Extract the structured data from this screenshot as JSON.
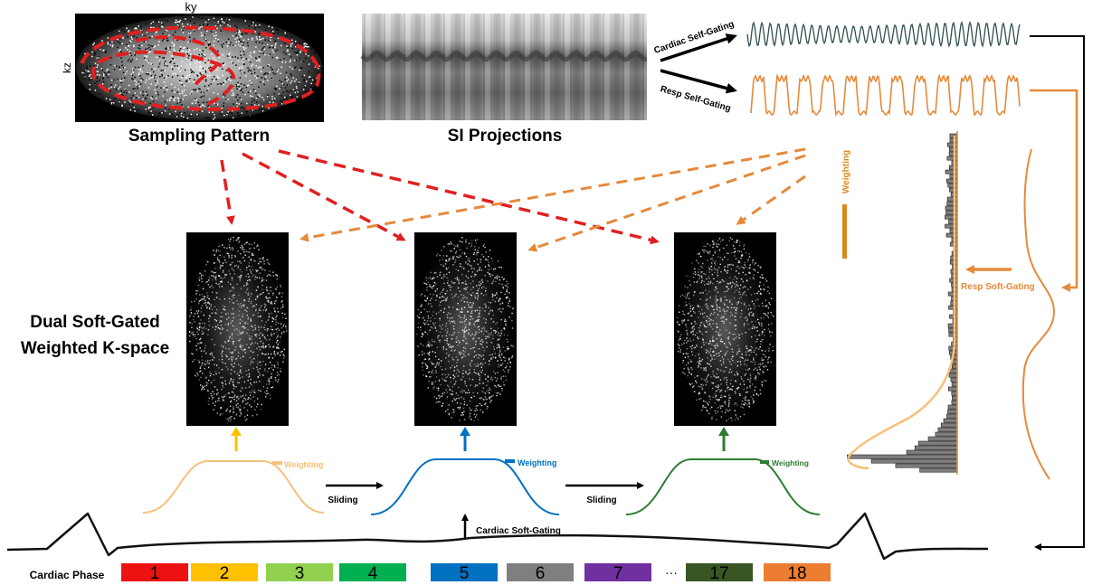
{
  "labels": {
    "ky": "ky",
    "kz": "kz",
    "sampling_pattern": "Sampling Pattern",
    "si_projections": "SI Projections",
    "cardiac_self_gating": "Cardiac Self-Gating",
    "resp_self_gating": "Resp Self-Gating",
    "dual_soft_gated_line1": "Dual Soft-Gated",
    "dual_soft_gated_line2": "Weighted K-space",
    "weighting": "Weighting",
    "resp_soft_gating": "Resp Soft-Gating",
    "sliding": "Sliding",
    "cardiac_soft_gating": "Cardiac Soft-Gating",
    "cardiac_phase": "Cardiac Phase"
  },
  "cardiac_phases": [
    {
      "label": "1",
      "color": "#ee1111"
    },
    {
      "label": "2",
      "color": "#ffc000"
    },
    {
      "label": "3",
      "color": "#92d050"
    },
    {
      "label": "4",
      "color": "#00b050"
    },
    {
      "label": "5",
      "color": "#0070c0"
    },
    {
      "label": "6",
      "color": "#7f7f7f"
    },
    {
      "label": "7",
      "color": "#7030a0"
    },
    {
      "label": "17",
      "color": "#375623"
    },
    {
      "label": "18",
      "color": "#ed7d31"
    }
  ],
  "ellipsis": "···",
  "colors": {
    "sampling_arrow": "#e02020",
    "resp_arrow": "#e58a3c",
    "cardiac_signal": "#2f4f4f",
    "resp_signal": "#e58a3c",
    "weight_1": "#f7c07a",
    "weight_2": "#0070c0",
    "weight_3": "#2e7d32",
    "histogram": "#7f7f7f"
  },
  "icons": {
    "arrow": "arrow-icon"
  }
}
